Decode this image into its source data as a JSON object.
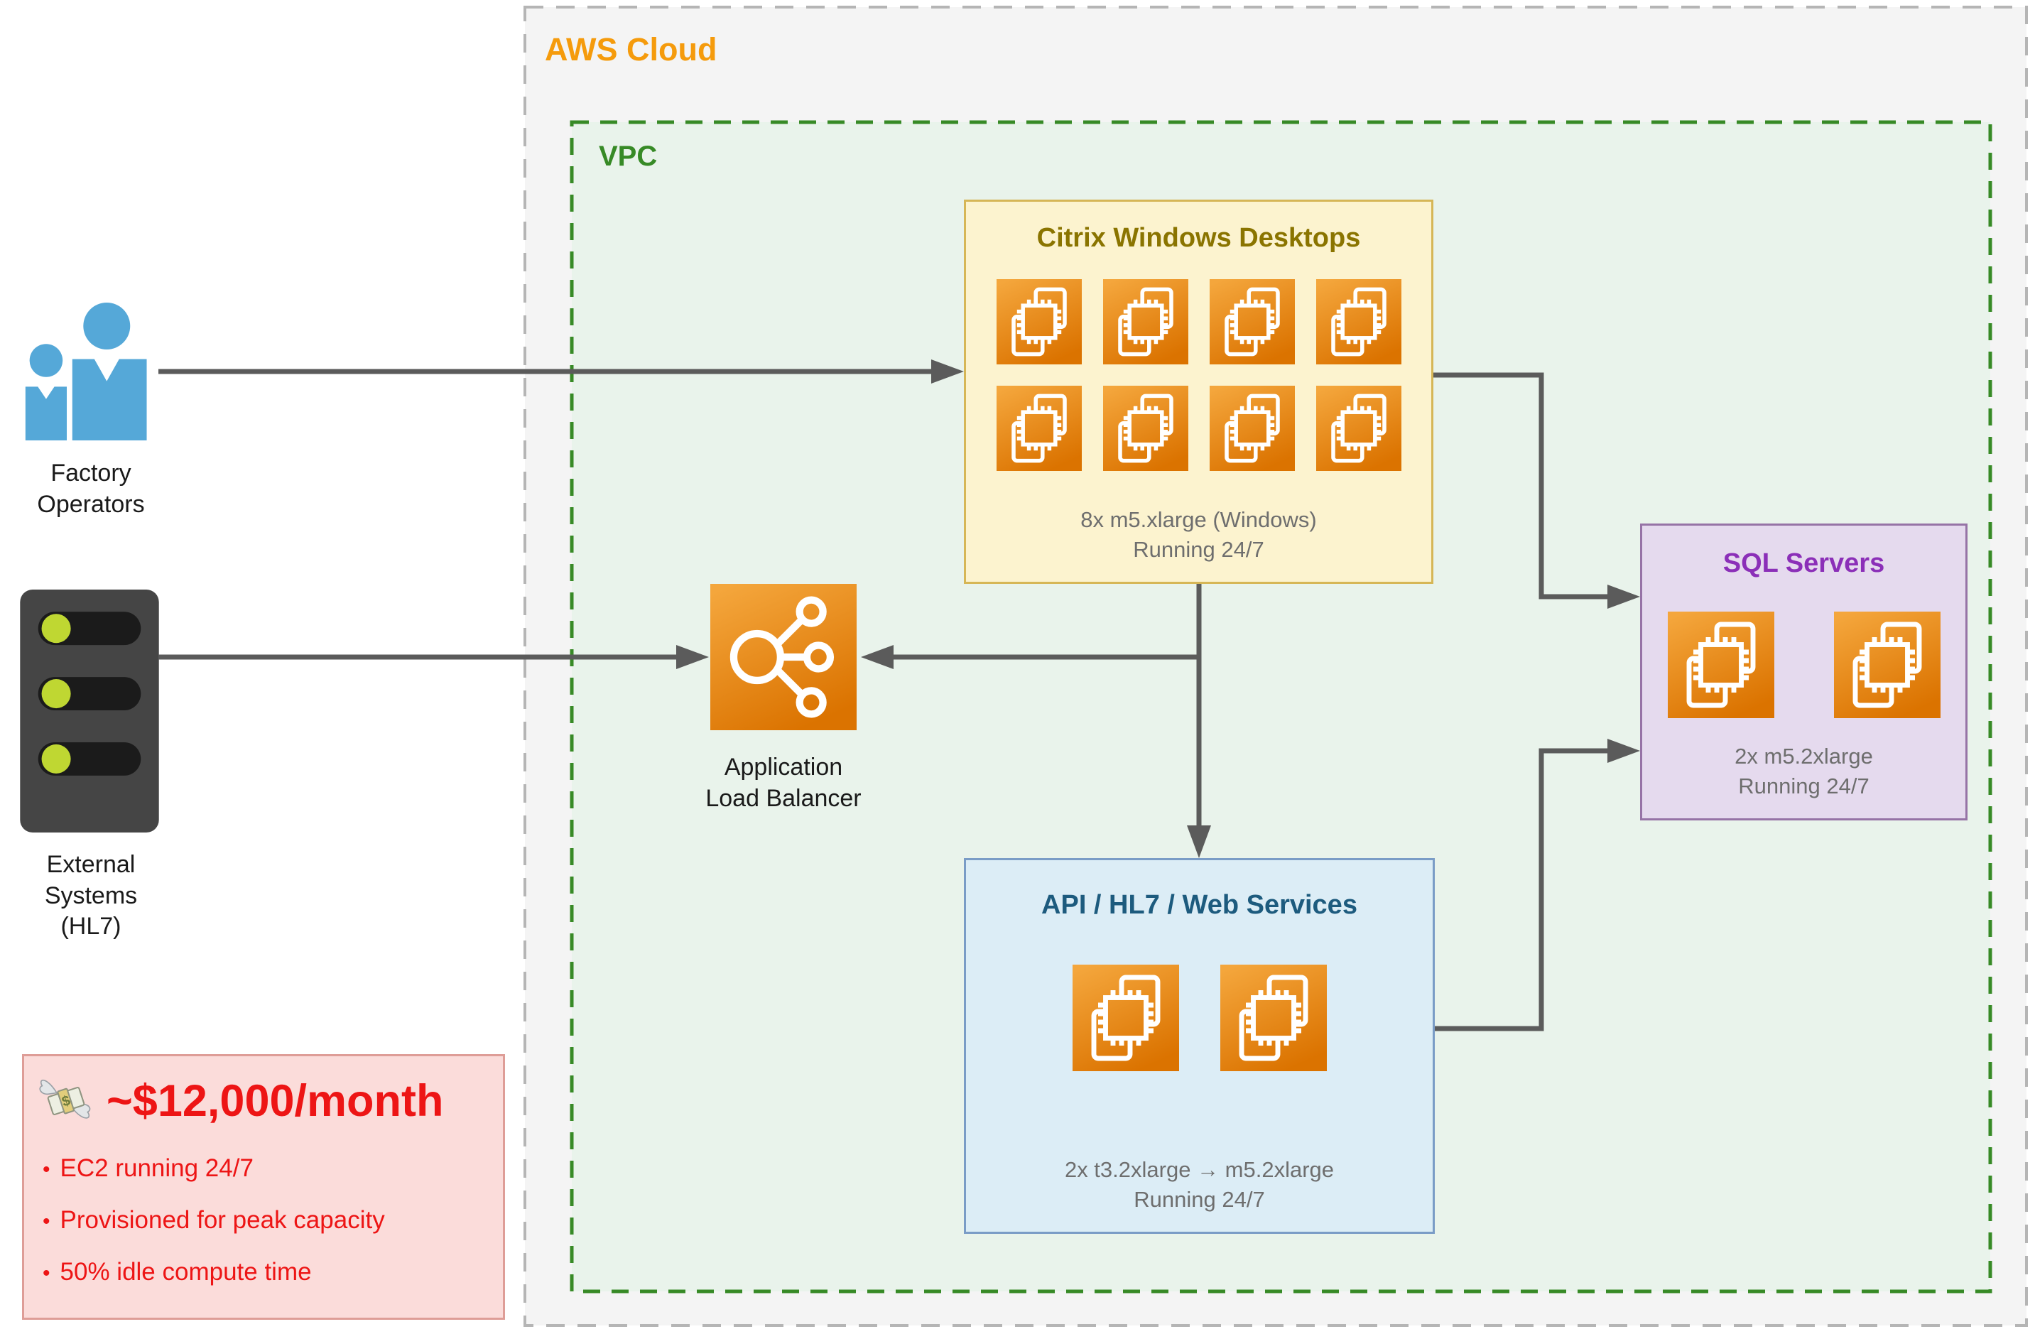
{
  "diagram": {
    "aws_cloud_label": "AWS Cloud",
    "vpc_label": "VPC",
    "groups": {
      "citrix": {
        "title": "Citrix Windows Desktops",
        "instances": 8,
        "caption": [
          "8x m5.xlarge (Windows)",
          "Running 24/7"
        ]
      },
      "sql": {
        "title": "SQL Servers",
        "instances": 2,
        "caption": [
          "2x m5.2xlarge",
          "Running 24/7"
        ]
      },
      "api": {
        "title": "API / HL7 / Web Services",
        "instances": 2,
        "caption": [
          "2x t3.2xlarge → m5.2xlarge",
          "Running 24/7"
        ]
      }
    },
    "alb_label": [
      "Application",
      "Load Balancer"
    ],
    "factory_label": [
      "Factory",
      "Operators"
    ],
    "external_label": [
      "External",
      "Systems",
      "(HL7)"
    ],
    "cost": {
      "icon": "money-with-wings",
      "title": "~$12,000/month",
      "bullets": [
        "EC2 running 24/7",
        "Provisioned for peak capacity",
        "50% idle compute time"
      ]
    },
    "icons": {
      "ec2": "ec2-instance-icon",
      "alb": "application-load-balancer-icon",
      "users": "factory-operators-icon",
      "server": "external-systems-server-icon",
      "money": "money-with-wings-icon"
    }
  },
  "colors": {
    "aws_bg": "#F4F4F4",
    "border_gray": "#B5B5B5",
    "aws_orange": "#F59B0C",
    "vpc_bg": "#E9F3EB",
    "vpc_green": "#378A26",
    "citrix_bg": "#FCF3CF",
    "citrix_border": "#D6B656",
    "citrix_title": "#8A7400",
    "sql_bg": "#E5DAEE",
    "sql_border": "#9673A6",
    "sql_title": "#8B2FB8",
    "api_bg": "#DCEDF6",
    "api_border": "#7A9CC6",
    "api_title": "#1D5B7E",
    "caption_gray": "#6E6E6E",
    "label_black": "#1A1A1A",
    "arrow_gray": "#5B5B5B",
    "ec2_orange_light": "#F4A63C",
    "ec2_orange_dark": "#DB7300",
    "users_blue": "#55A8D8",
    "server_dark": "#454545",
    "server_slot": "#1B1B1B",
    "led_green": "#BFD732",
    "cost_bg": "#FBDCDA",
    "cost_border": "#DE9D97",
    "cost_red": "#ED1515"
  }
}
